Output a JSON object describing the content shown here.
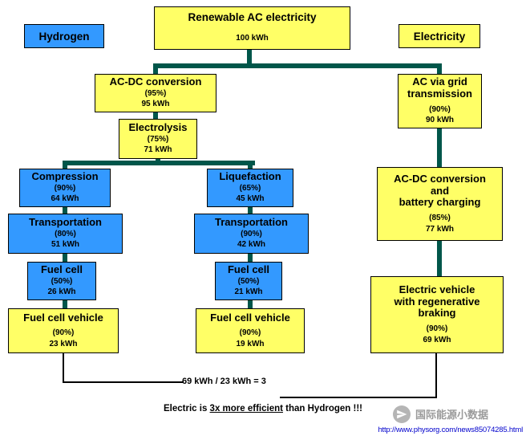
{
  "colors": {
    "yellow": "#FFFF66",
    "blue": "#3399FF",
    "connector": "#00564A"
  },
  "legend": {
    "hydrogen": "Hydrogen",
    "electricity": "Electricity"
  },
  "nodes": {
    "renewable": {
      "title": "Renewable AC electricity",
      "value": "100 kWh"
    },
    "acdc_conversion": {
      "title": "AC-DC conversion",
      "pct": "(95%)",
      "value": "95 kWh"
    },
    "ac_grid": {
      "line1": "AC via grid",
      "line2": "transmission",
      "pct": "(90%)",
      "value": "90 kWh"
    },
    "electrolysis": {
      "title": "Electrolysis",
      "pct": "(75%)",
      "value": "71 kWh"
    },
    "compression": {
      "title": "Compression",
      "pct": "(90%)",
      "value": "64 kWh"
    },
    "liquefaction": {
      "title": "Liquefaction",
      "pct": "(65%)",
      "value": "45 kWh"
    },
    "transportation_gas": {
      "title": "Transportation",
      "pct": "(80%)",
      "value": "51 kWh"
    },
    "transportation_liquid": {
      "title": "Transportation",
      "pct": "(90%)",
      "value": "42 kWh"
    },
    "fuel_cell_gas": {
      "title": "Fuel cell",
      "pct": "(50%)",
      "value": "26 kWh"
    },
    "fuel_cell_liquid": {
      "title": "Fuel cell",
      "pct": "(50%)",
      "value": "21 kWh"
    },
    "fcv_gas": {
      "title": "Fuel cell vehicle",
      "pct": "(90%)",
      "value": "23 kWh"
    },
    "fcv_liquid": {
      "title": "Fuel cell vehicle",
      "pct": "(90%)",
      "value": "19 kWh"
    },
    "acdc_battery": {
      "line1": "AC-DC conversion",
      "line2": "and",
      "line3": "battery charging",
      "pct": "(85%)",
      "value": "77 kWh"
    },
    "ev": {
      "line1": "Electric vehicle",
      "line2": "with regenerative",
      "line3": "braking",
      "pct": "(90%)",
      "value": "69 kWh"
    }
  },
  "footer": {
    "ratio": "69 kWh / 23 kWh = 3",
    "conclusion_prefix": "Electric is ",
    "conclusion_underlined": "3x more efficient",
    "conclusion_suffix": " than Hydrogen !!!",
    "watermark": "国际能源小数据",
    "source_url": "http://www.physorg.com/news85074285.html"
  }
}
